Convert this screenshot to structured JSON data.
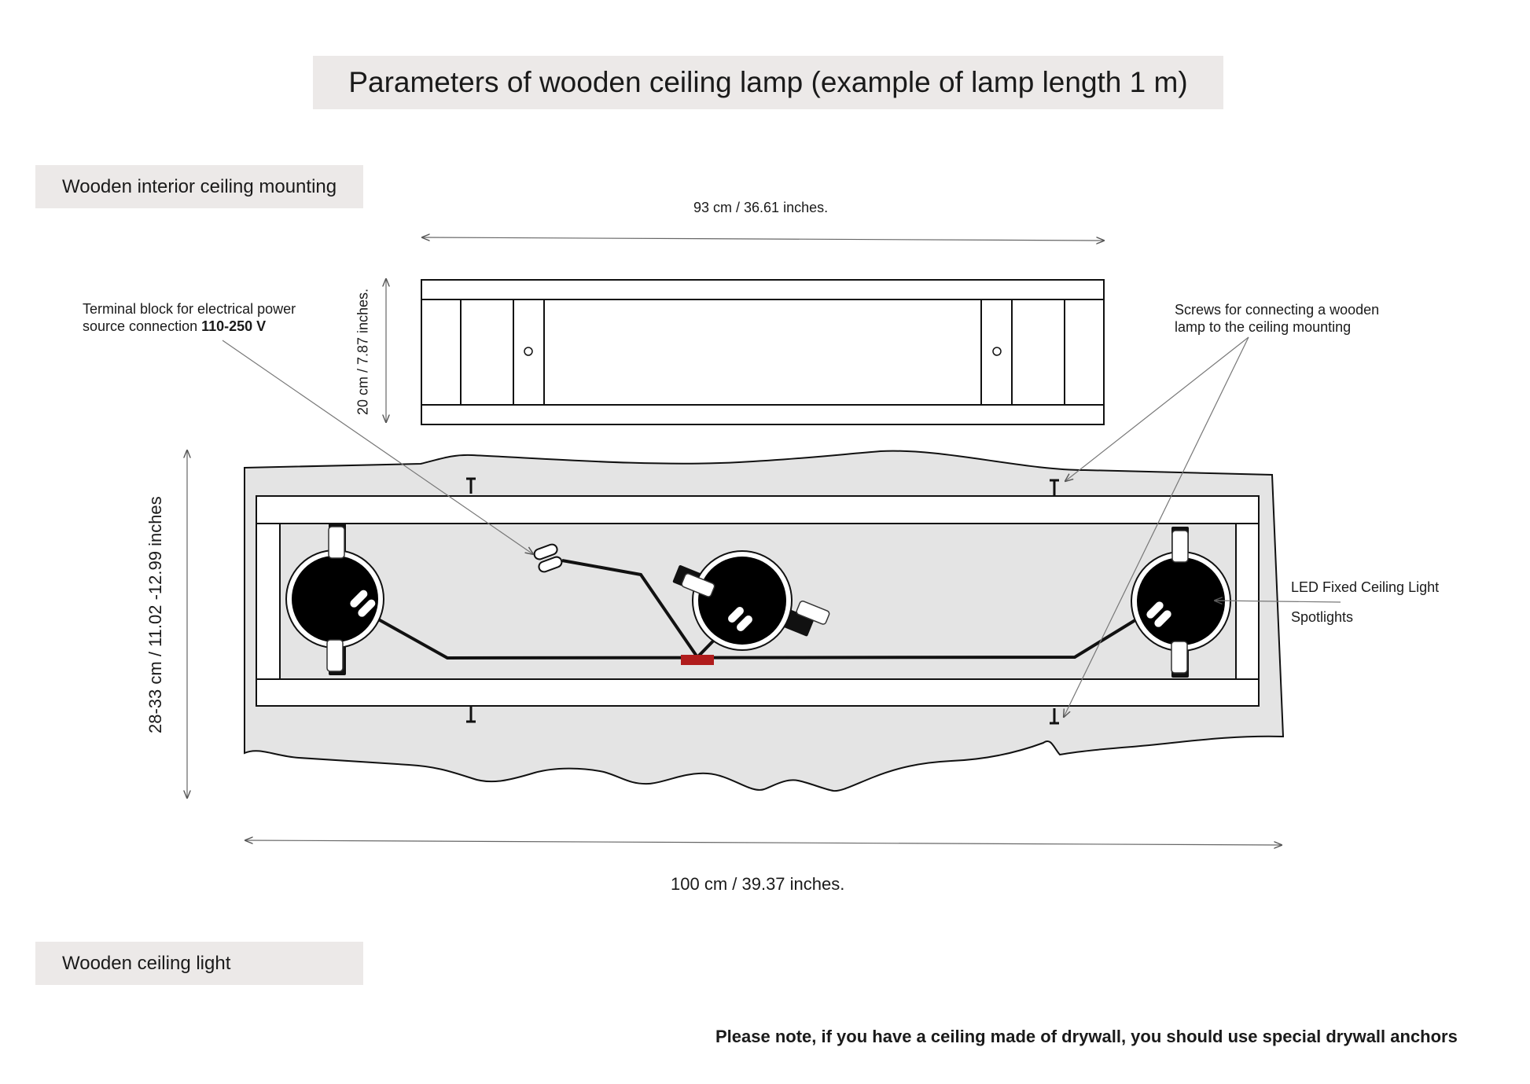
{
  "title": "Parameters of wooden ceiling lamp (example of lamp length 1 m)",
  "sections": {
    "mounting": "Wooden interior ceiling mounting",
    "light": "Wooden ceiling light"
  },
  "dimensions": {
    "mount_width": "93 cm / 36.61 inches.",
    "mount_height": "20 cm / 7.87 inches.",
    "lamp_height": "28-33 cm / 11.02 -12.99 inches",
    "lamp_width": "100 cm / 39.37 inches."
  },
  "labels": {
    "terminal_line1": "Terminal block for electrical power",
    "terminal_line2_prefix": "source connection ",
    "terminal_voltage": "110-250 V",
    "screws_line1": "Screws for connecting a wooden",
    "screws_line2": "lamp to the ceiling mounting",
    "led_line1": "LED Fixed Ceiling Light",
    "led_line2": "Spotlights"
  },
  "note": "Please note, if you have a ceiling made of drywall, you should use special drywall anchors",
  "colors": {
    "panel": "#ece9e8",
    "wood": "#e4e4e4",
    "connector": "#b01c1c"
  }
}
